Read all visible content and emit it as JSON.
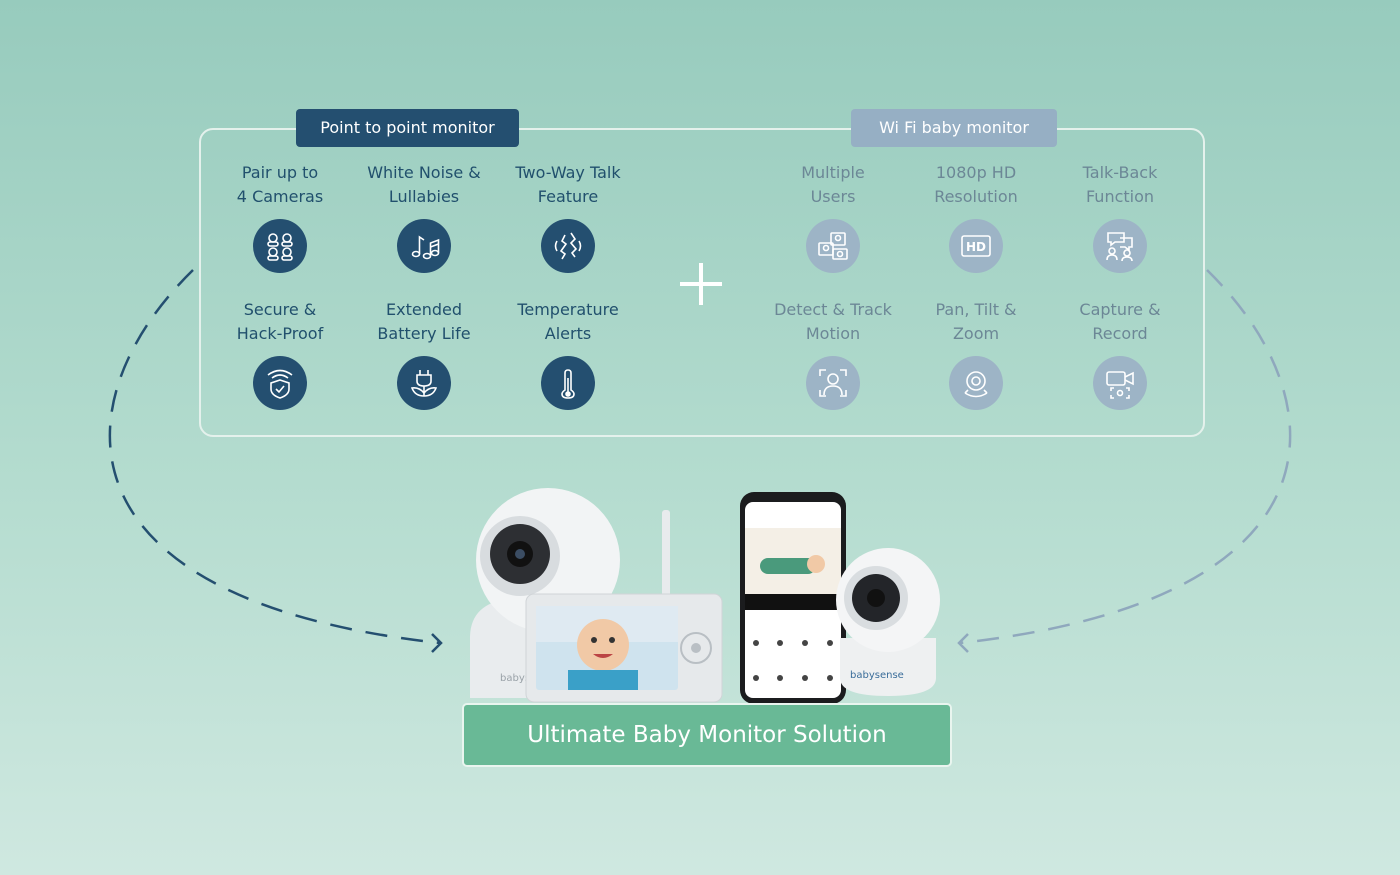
{
  "groups": {
    "point_to_point": "Point to point monitor",
    "wifi": "Wi Fi baby monitor"
  },
  "point_features": [
    {
      "label": "Pair up to\n4 Cameras",
      "icon": "four-cameras-icon"
    },
    {
      "label": "White Noise &\nLullabies",
      "icon": "music-notes-icon"
    },
    {
      "label": "Two-Way Talk\nFeature",
      "icon": "two-way-talk-icon"
    },
    {
      "label": "Secure &\nHack-Proof",
      "icon": "secure-shield-icon"
    },
    {
      "label": "Extended\nBattery Life",
      "icon": "battery-plug-icon"
    },
    {
      "label": "Temperature\nAlerts",
      "icon": "thermometer-icon"
    }
  ],
  "wifi_features": [
    {
      "label": "Multiple\nUsers",
      "icon": "multiple-users-icon"
    },
    {
      "label": "1080p HD\nResolution",
      "icon": "hd-resolution-icon"
    },
    {
      "label": "Talk-Back\nFunction",
      "icon": "talk-back-icon"
    },
    {
      "label": "Detect & Track\nMotion",
      "icon": "motion-tracking-icon"
    },
    {
      "label": "Pan, Tilt &\nZoom",
      "icon": "pan-tilt-zoom-icon"
    },
    {
      "label": "Capture &\nRecord",
      "icon": "video-record-icon"
    }
  ],
  "hd_badge": "HD",
  "cta_label": "Ultimate Baby Monitor Solution",
  "brand_camera_left": "babysense",
  "brand_camera_right": "babysense",
  "colors": {
    "dark_navy": "#244f70",
    "light_blue": "#96afc4",
    "green": "#69b996"
  }
}
